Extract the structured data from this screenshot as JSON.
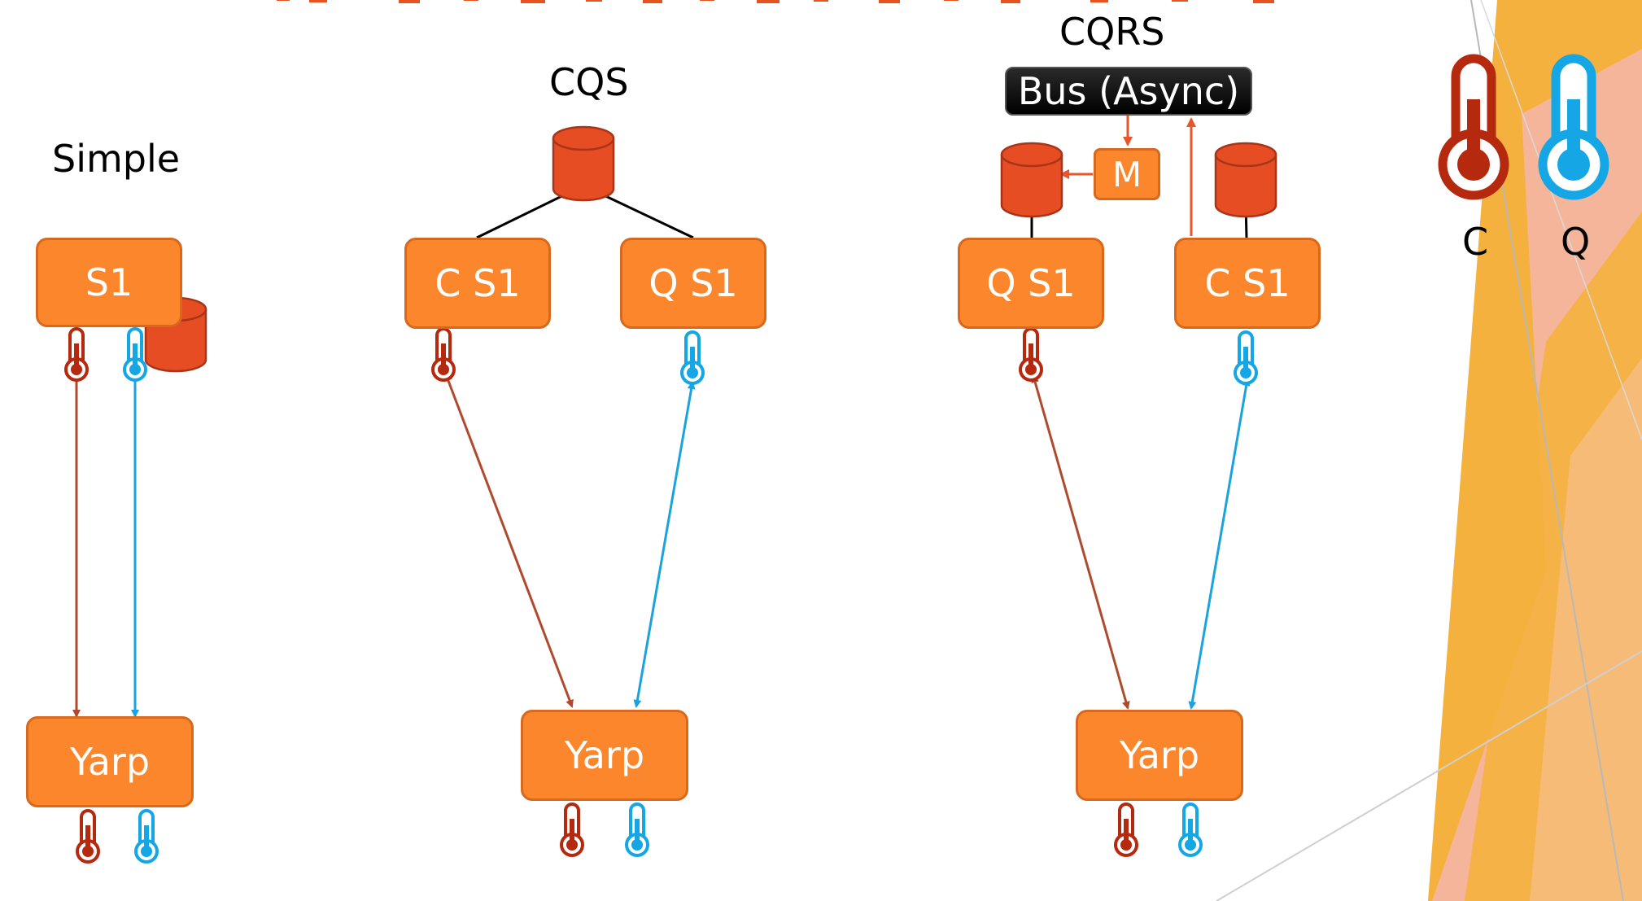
{
  "columns": {
    "simple": {
      "title": "Simple",
      "service": "S1",
      "gateway": "Yarp"
    },
    "cqs": {
      "title": "CQS",
      "command_service": "C S1",
      "query_service": "Q S1",
      "gateway": "Yarp"
    },
    "cqrs": {
      "title": "CQRS",
      "bus": "Bus (Async)",
      "middleware": "M",
      "query_service": "Q S1",
      "command_service": "C S1",
      "gateway": "Yarp"
    }
  },
  "legend": {
    "command": "C",
    "query": "Q"
  },
  "colors": {
    "box_fill": "#fb862b",
    "box_border": "#d8681c",
    "database": "#e64d22",
    "command_thermometer": "#b5290e",
    "query_thermometer": "#15a6e6",
    "command_arrow": "#b04a2e",
    "query_arrow": "#1aa3e0",
    "bus_arrow": "#e8552a",
    "accent_yellow": "#f5b13d",
    "accent_pink": "#f4b6aa"
  }
}
